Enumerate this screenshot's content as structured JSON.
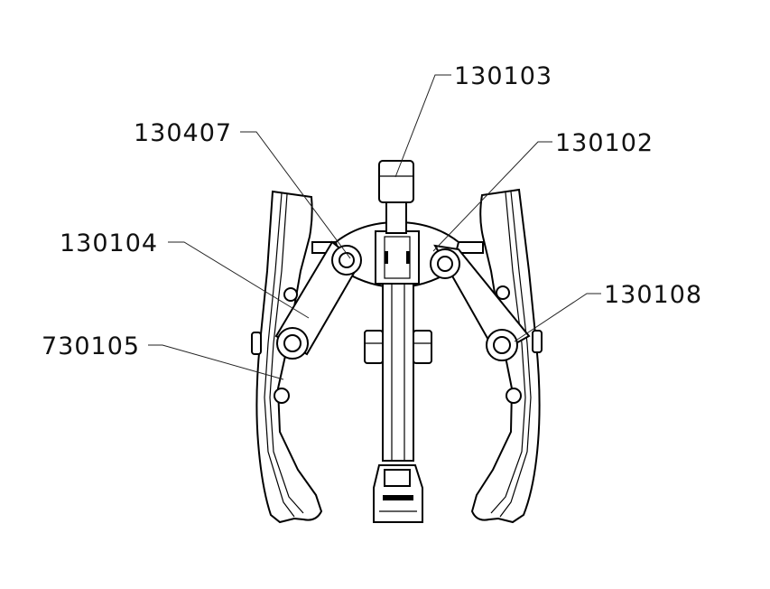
{
  "callouts": {
    "c130103": "130103",
    "c130407": "130407",
    "c130102": "130102",
    "c130104": "130104",
    "c130108": "130108",
    "c730105": "730105"
  }
}
